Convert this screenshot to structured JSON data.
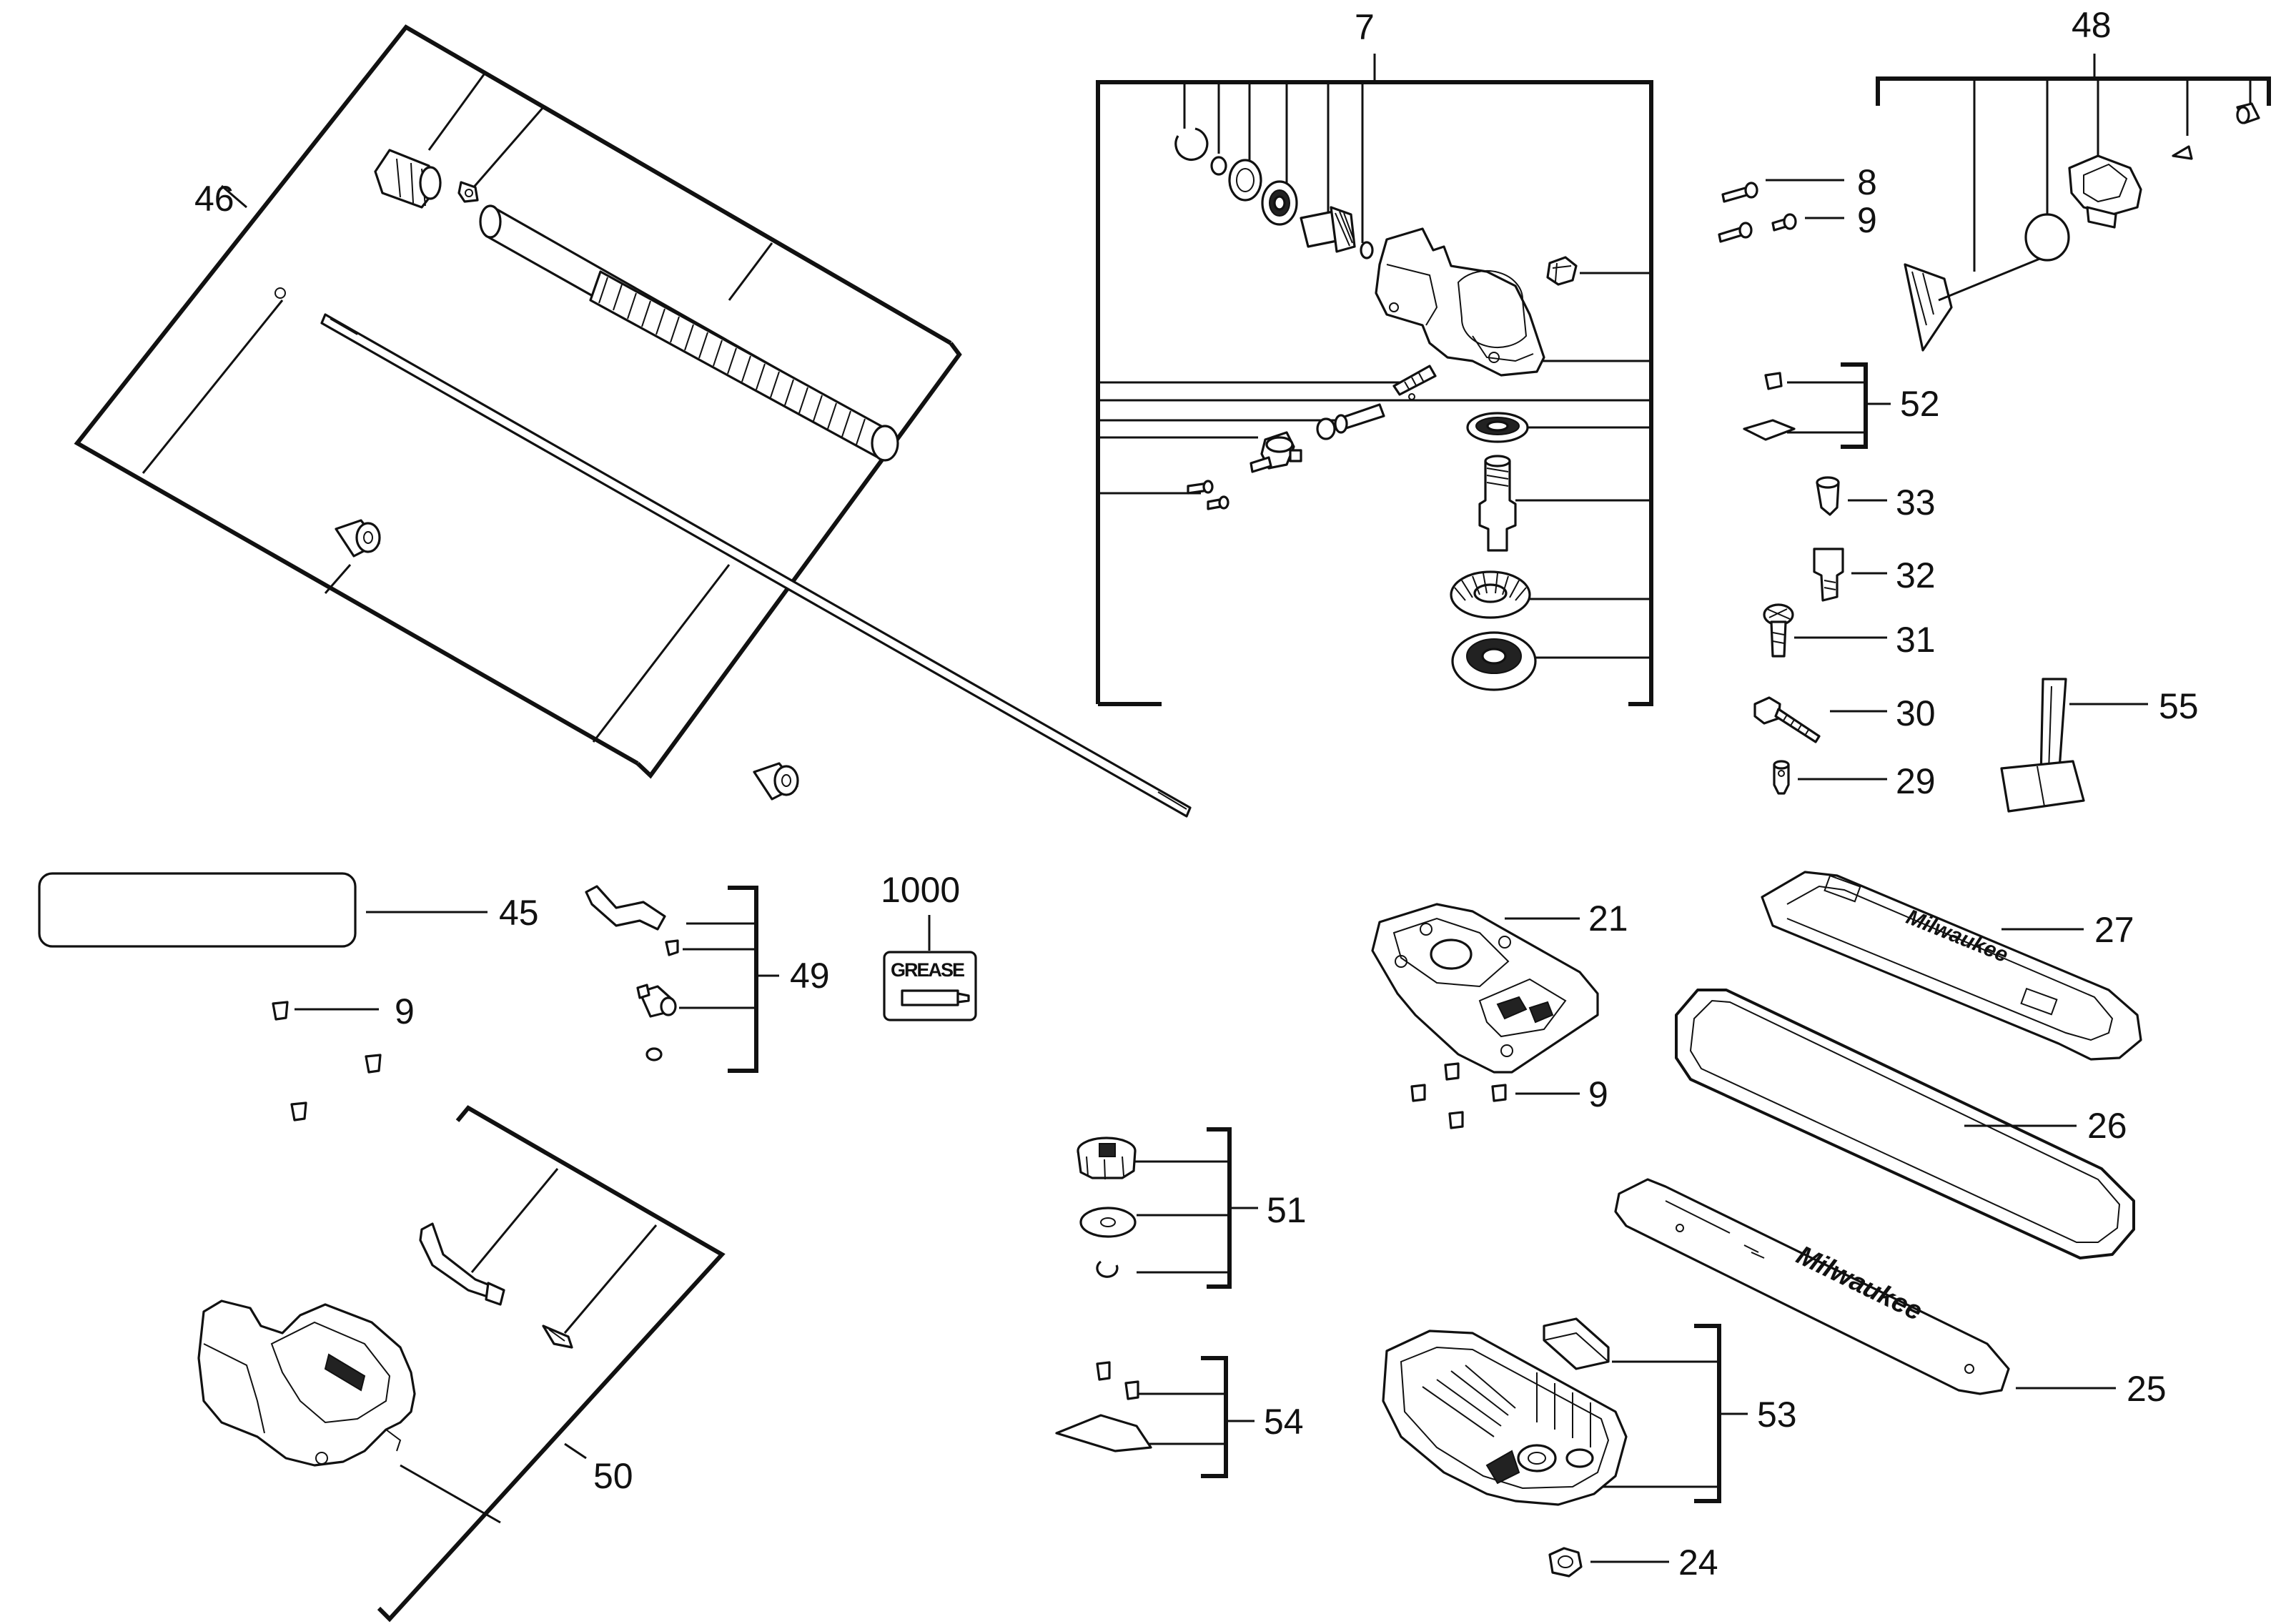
{
  "callouts": {
    "c7": "7",
    "c48": "48",
    "c46": "46",
    "c8": "8",
    "c9_top": "9",
    "c52": "52",
    "c33": "33",
    "c32": "32",
    "c31": "31",
    "c30": "30",
    "c29": "29",
    "c55": "55",
    "c45": "45",
    "c1000": "1000",
    "c49": "49",
    "c9_left": "9",
    "c21": "21",
    "c27": "27",
    "c9_mid": "9",
    "c26": "26",
    "c51": "51",
    "c25": "25",
    "c54": "54",
    "c53": "53",
    "c50": "50",
    "c24": "24"
  },
  "grease_label": "GREASE",
  "brand_logo": "Milwaukee",
  "icons": {
    "grease": "grease-tube-icon"
  },
  "colors": {
    "line": "#111111",
    "background": "#ffffff"
  }
}
